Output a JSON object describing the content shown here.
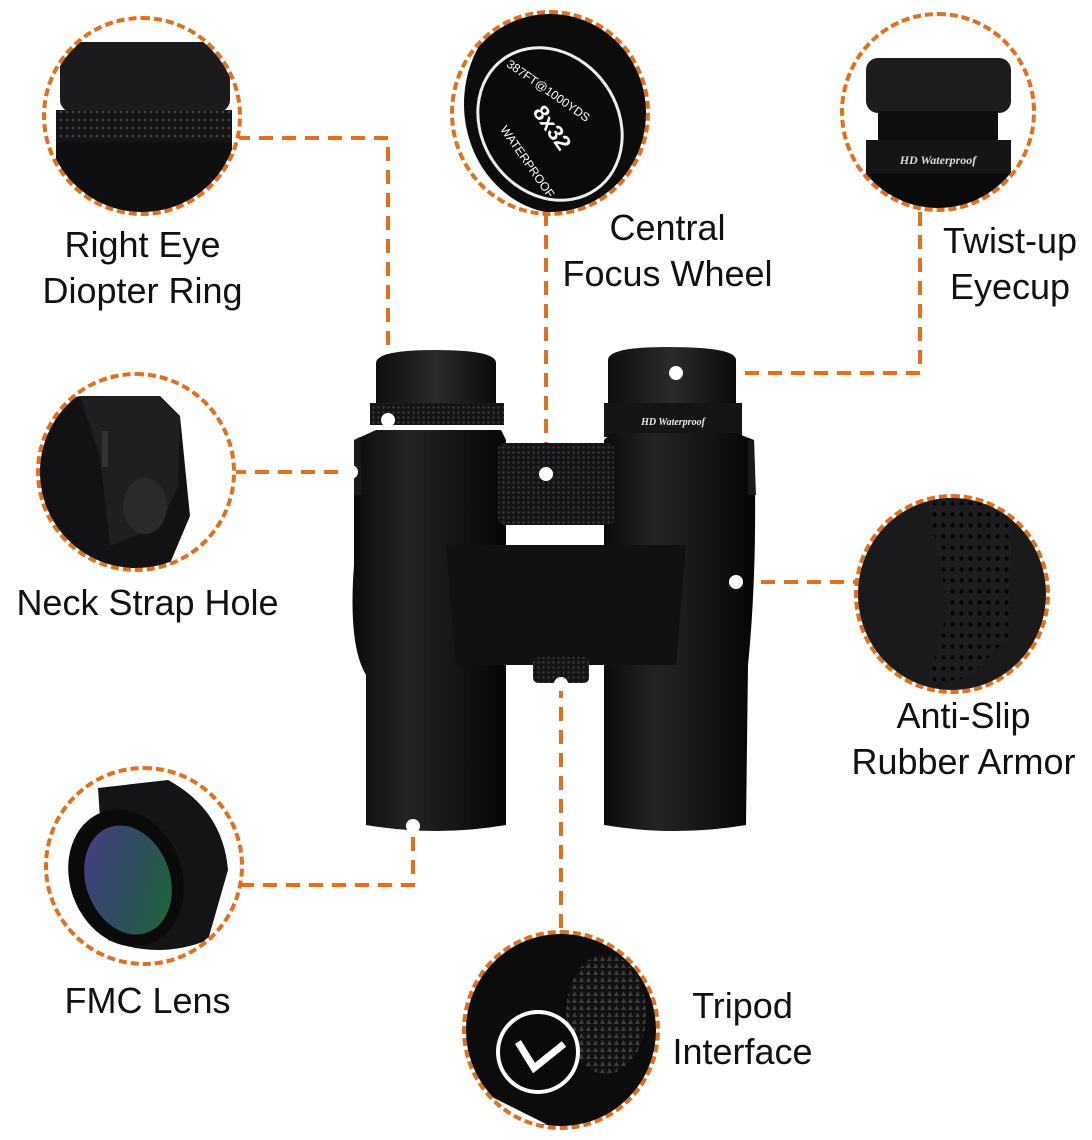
{
  "accent_color": "#e0701e",
  "product": {
    "right_eyecup_text": "HD Waterproof"
  },
  "callouts": [
    {
      "id": "diopter",
      "label_lines": [
        "Right Eye",
        "Diopter Ring"
      ]
    },
    {
      "id": "focus",
      "label_lines": [
        "Central",
        "Focus Wheel"
      ],
      "wheel_text": {
        "top": "387FT@1000YDS",
        "center": "8x32",
        "bottom": "WATERPROOF"
      }
    },
    {
      "id": "eyecup",
      "label_lines": [
        "Twist-up",
        "Eyecup"
      ],
      "eyecup_text": "HD Waterproof"
    },
    {
      "id": "strap",
      "label_lines": [
        "Neck Strap Hole"
      ]
    },
    {
      "id": "armor",
      "label_lines": [
        "Anti-Slip",
        "Rubber Armor"
      ]
    },
    {
      "id": "lens",
      "label_lines": [
        "FMC Lens"
      ]
    },
    {
      "id": "tripod",
      "label_lines": [
        "Tripod",
        "Interface"
      ]
    }
  ]
}
